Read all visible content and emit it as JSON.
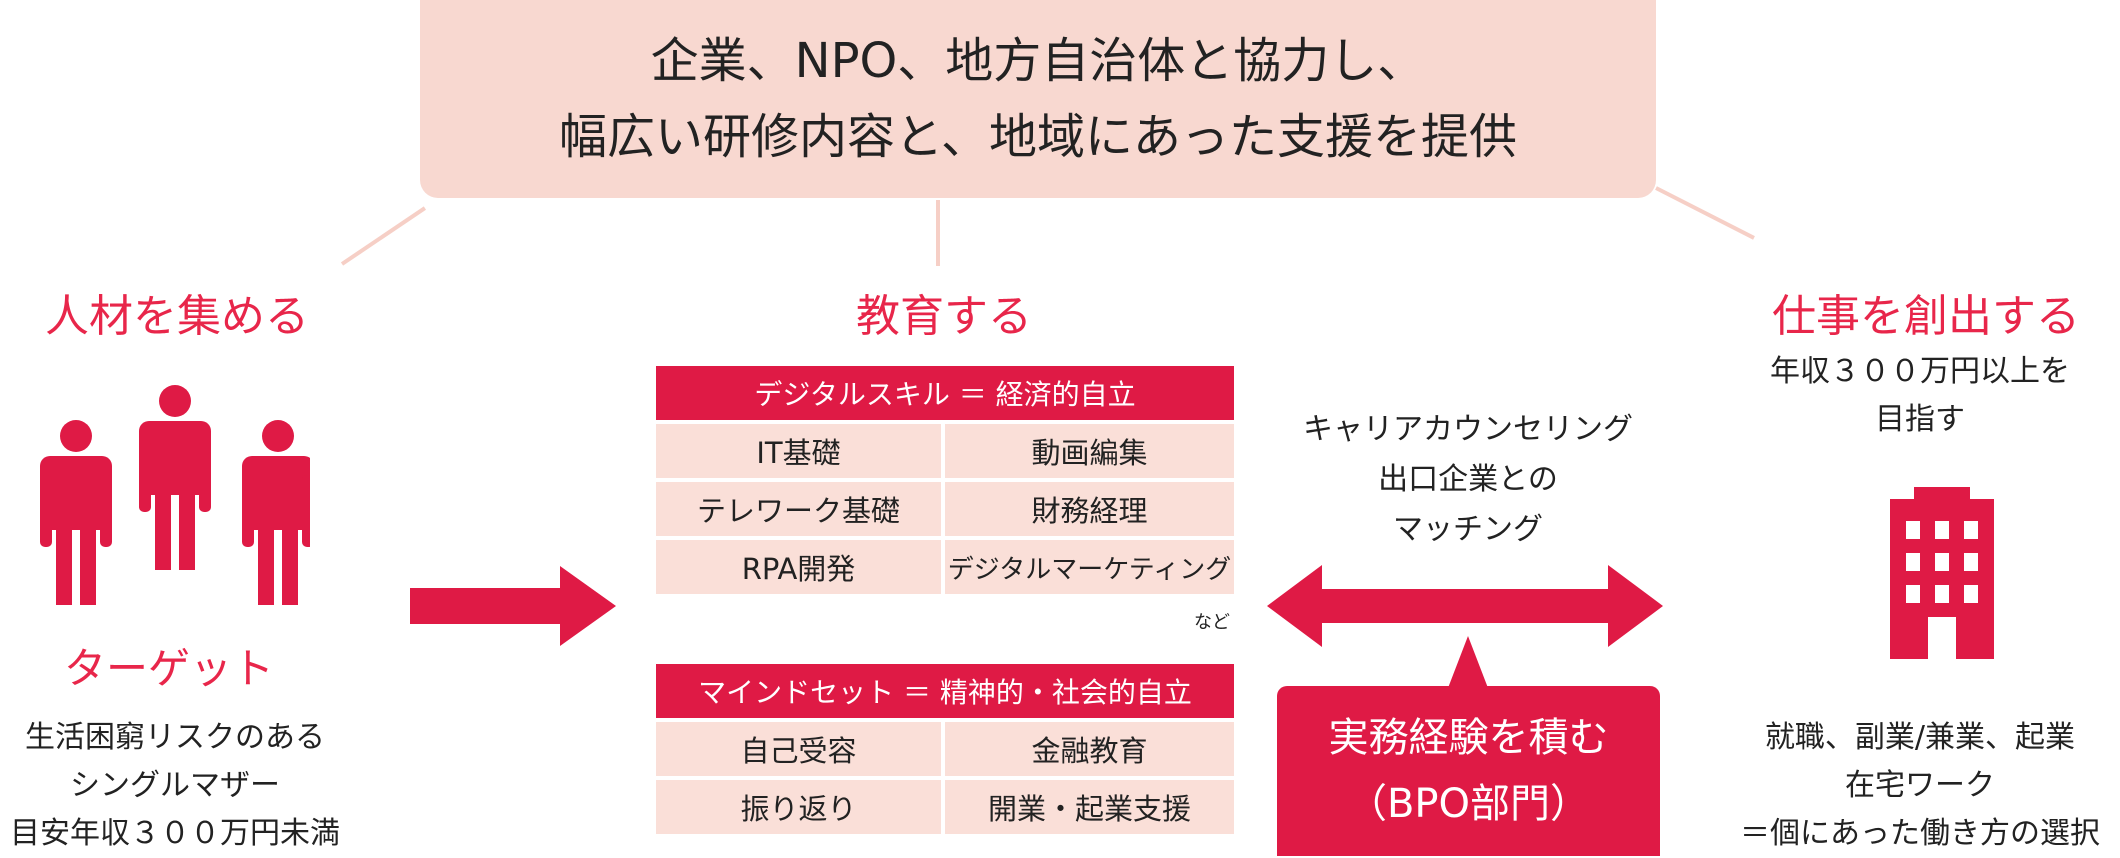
{
  "banner": {
    "line1": "企業、NPO、地方自治体と協力し、",
    "line2": "幅広い研修内容と、地域にあった支援を提供"
  },
  "left": {
    "heading": "人材を集める",
    "target_label": "ターゲット",
    "desc_line1": "生活困窮リスクのある",
    "desc_line2": "シングルマザー",
    "desc_line3": "目安年収３００万円未満",
    "icon": "people-icon"
  },
  "center": {
    "heading": "教育する",
    "digital": {
      "header": "デジタルスキル ＝ 経済的自立",
      "rows": [
        [
          "IT基礎",
          "動画編集"
        ],
        [
          "テレワーク基礎",
          "財務経理"
        ],
        [
          "RPA開発",
          "デジタルマーケティング"
        ]
      ],
      "note": "など"
    },
    "mindset": {
      "header": "マインドセット ＝ 精神的・社会的自立",
      "rows": [
        [
          "自己受容",
          "金融教育"
        ],
        [
          "振り返り",
          "開業・起業支援"
        ]
      ]
    }
  },
  "middle": {
    "line1": "キャリアカウンセリング",
    "line2": "出口企業との",
    "line3": "マッチング",
    "bpo_line1": "実務経験を積む",
    "bpo_line2": "（BPO部門）"
  },
  "right": {
    "heading": "仕事を創出する",
    "goal_line1": "年収３００万円以上を",
    "goal_line2": "目指す",
    "desc_line1": "就職、副業/兼業、起業",
    "desc_line2": "在宅ワーク",
    "desc_line3": "＝個にあった働き方の選択",
    "icon": "building-icon"
  },
  "colors": {
    "accent": "#df1a45",
    "heading": "#e8264a",
    "light": "#f8d8d0",
    "cell": "#fadfd8"
  }
}
